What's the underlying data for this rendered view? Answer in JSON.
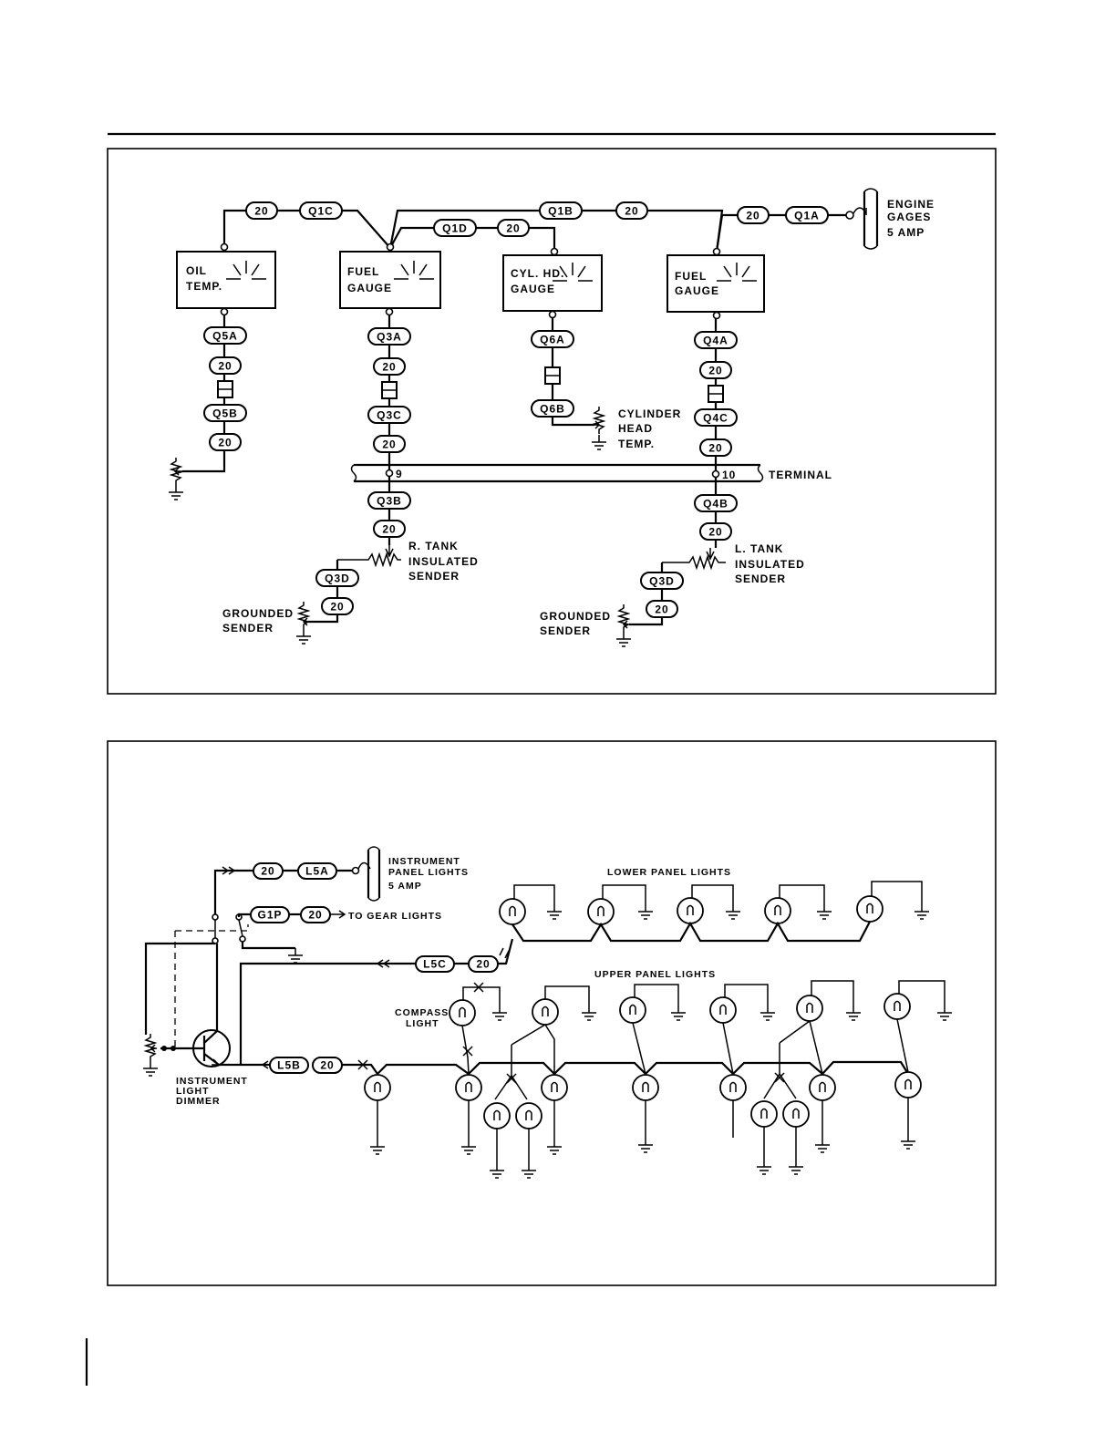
{
  "fig1": {
    "gauges": {
      "oil_temp": [
        "OIL",
        "TEMP."
      ],
      "fuel_gauge_r": [
        "FUEL",
        "GAUGE"
      ],
      "cyl_hd_gauge": [
        "CYL. HD.",
        "GAUGE"
      ],
      "fuel_gauge_l": [
        "FUEL",
        "GAUGE"
      ]
    },
    "wires": {
      "w20": "20",
      "q1a": "Q1A",
      "q1b": "Q1B",
      "q1c": "Q1C",
      "q1d": "Q1D",
      "q3a": "Q3A",
      "q3b": "Q3B",
      "q3c": "Q3C",
      "q3d": "Q3D",
      "q4a": "Q4A",
      "q4b": "Q4B",
      "q4c": "Q4C",
      "q5a": "Q5A",
      "q5b": "Q5B",
      "q6a": "Q6A",
      "q6b": "Q6B"
    },
    "breaker": [
      "ENGINE",
      "GAGES",
      "5 AMP"
    ],
    "terminal": {
      "label": "TERMINAL",
      "post_9": "9",
      "post_10": "10"
    },
    "labels": {
      "cyl_head_temp": [
        "CYLINDER",
        "HEAD",
        "TEMP."
      ],
      "r_tank": [
        "R. TANK",
        "INSULATED",
        "SENDER"
      ],
      "l_tank": [
        "L. TANK",
        "INSULATED",
        "SENDER"
      ],
      "grounded_sender": [
        "GROUNDED",
        "SENDER"
      ]
    }
  },
  "fig2": {
    "breaker": [
      "INSTRUMENT",
      "PANEL LIGHTS",
      "5 AMP"
    ],
    "wires": {
      "w20": "20",
      "l5a": "L5A",
      "l5b": "L5B",
      "l5c": "L5C",
      "g1p": "G1P"
    },
    "to_gear_lights": "TO GEAR LIGHTS",
    "lower_panel_lights": "LOWER PANEL LIGHTS",
    "upper_panel_lights": "UPPER PANEL LIGHTS",
    "compass_light": [
      "COMPASS",
      "LIGHT"
    ],
    "dimmer": [
      "INSTRUMENT",
      "LIGHT",
      "DIMMER"
    ]
  }
}
